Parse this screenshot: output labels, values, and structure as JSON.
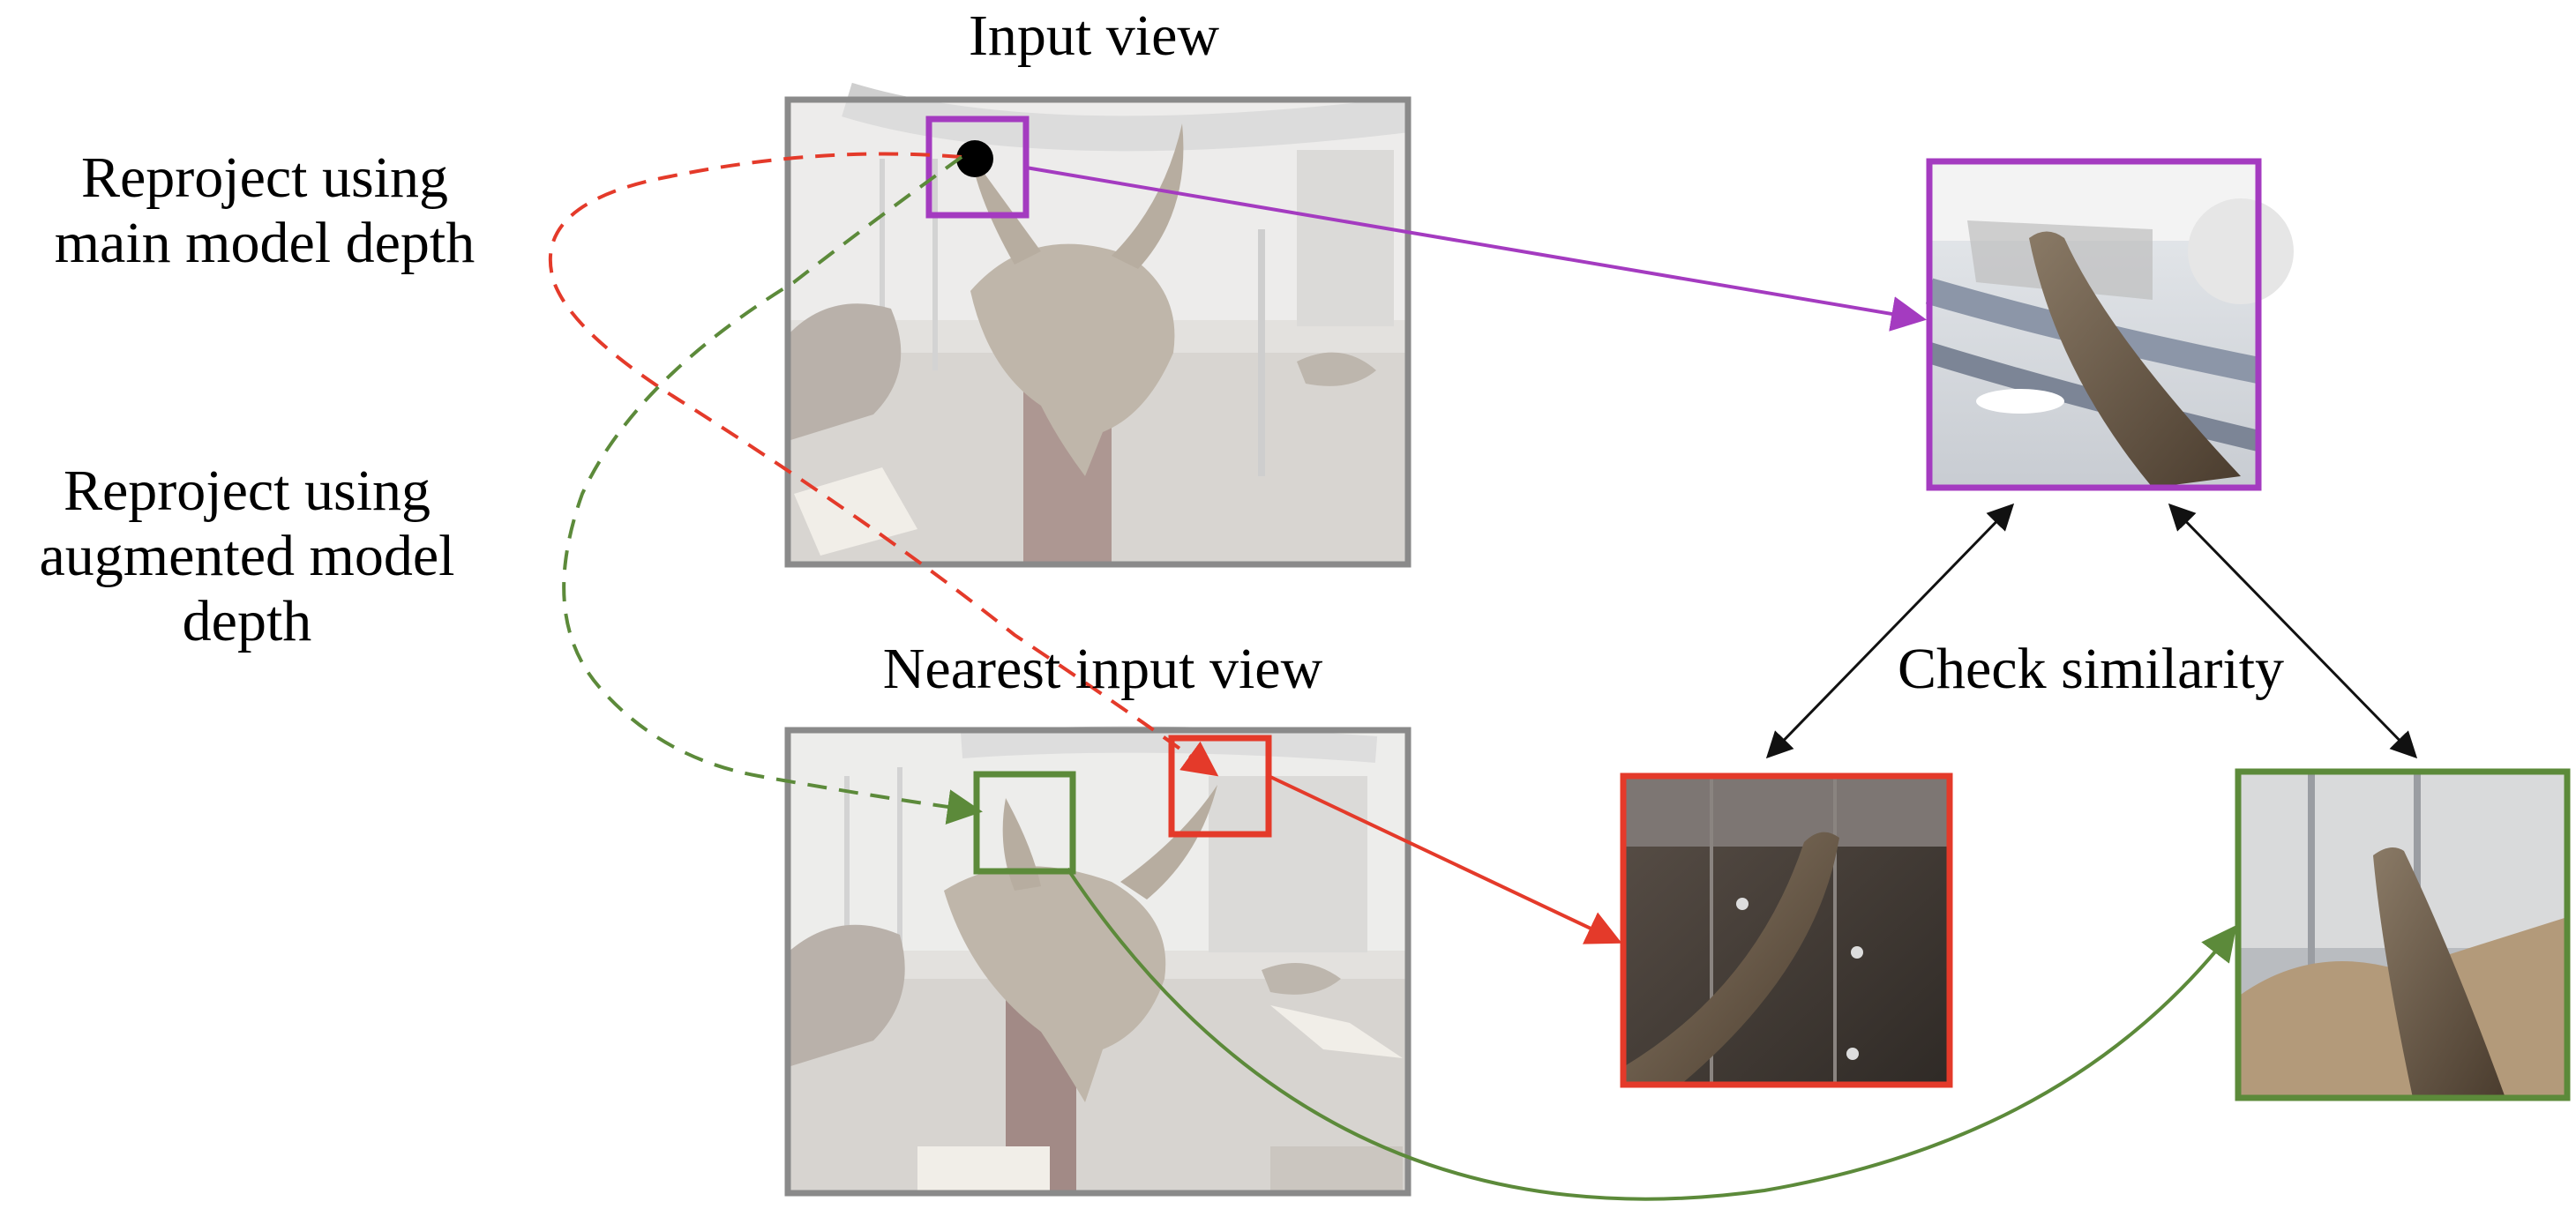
{
  "labels": {
    "input_view": "Input view",
    "main_model": "Reproject using\nmain model depth",
    "augmented_model": "Reproject using\naugmented model\ndepth",
    "nearest_input_view": "Nearest input view",
    "check_similarity": "Check similarity"
  },
  "colors": {
    "purple": "#a43bc0",
    "red": "#e43a2a",
    "green": "#5c8a3a",
    "frame": "#8a8a8a",
    "black": "#111111"
  },
  "images": {
    "input_view": "Input view photo: triceratops skull exhibit (washed out)",
    "nearest_input_view": "Nearest input view photo: triceratops skull exhibit (washed out)",
    "crop_purple": "Horn crop from input view",
    "crop_red": "Horn crop reprojected with main model depth",
    "crop_green": "Horn crop reprojected with augmented model depth"
  }
}
